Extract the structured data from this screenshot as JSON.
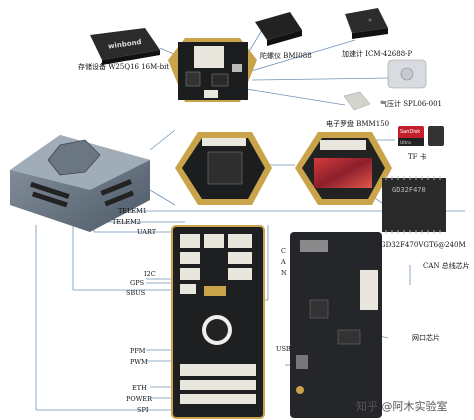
{
  "chips": {
    "storage": "存储设备 W25Q16 16M-bit",
    "storage_chip_text": "winbond",
    "gyro": "陀螺仪 BMI088",
    "accel": "加速计 ICM-42688-P",
    "baro": "气压计 SPL06-001",
    "compass": "电子罗盘 BMM150",
    "tf": "TF 卡",
    "sd_brand": "SanDisk",
    "sd_line": "Ultra",
    "mcu": "GD32F470VGT6@240M",
    "mcu_text": "GD32F470",
    "can_chip": "CAN 总线芯片",
    "net_chip": "网口芯片"
  },
  "ports": {
    "telem1": "TELEM1",
    "telem2": "TELEM2",
    "uart": "UART",
    "i2c": "I2C",
    "gps": "GPS",
    "sbus": "SBUS",
    "ppm": "PPM",
    "pwm": "PWM",
    "eth": "ETH",
    "power": "POWER",
    "spi": "SPI",
    "can_c": "C",
    "can_a": "A",
    "can_n": "N",
    "usb": "USB"
  },
  "watermark": "知乎 @阿木实验室",
  "colors": {
    "line": "#6f93b8",
    "pcb_dark": "#1b1d1f",
    "gold": "#c9a44a",
    "connector": "#e9e6dd"
  }
}
